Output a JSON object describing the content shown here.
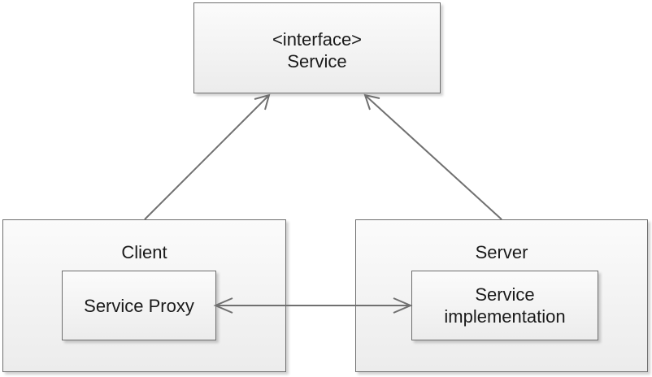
{
  "interface": {
    "stereotype": "<interface>",
    "name": "Service"
  },
  "client": {
    "title": "Client",
    "component": "Service Proxy"
  },
  "server": {
    "title": "Server",
    "component_line1": "Service",
    "component_line2": "implementation"
  },
  "colors": {
    "border": "#6e6e6e",
    "connector": "#707070",
    "box_fill_top": "#fbfbfb",
    "box_fill_bottom": "#ececec"
  }
}
